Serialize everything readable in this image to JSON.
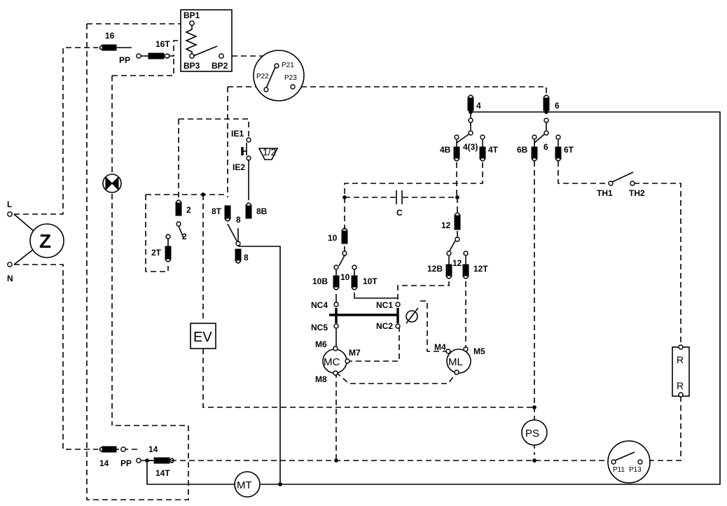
{
  "labels": {
    "bp1": "BP1",
    "bp2": "BP2",
    "bp3": "BP3",
    "n16": "16",
    "n16t": "16T",
    "pp_top": "PP",
    "p21": "P21",
    "p22": "P22",
    "p23": "P23",
    "l": "L",
    "n": "N",
    "z": "Z",
    "ie1": "IE1",
    "ie2": "IE2",
    "half": "1/2",
    "n2a": "2",
    "n2b": "2",
    "n2t": "2T",
    "n8t": "8T",
    "n8a": "8",
    "n8b": "8B",
    "n8c": "8",
    "ev": "EV",
    "n4": "4",
    "n4b": "4B",
    "n43": "4(3)",
    "n4t": "4T",
    "n6": "6",
    "n6b": "6B",
    "n6c": "6",
    "n6t": "6T",
    "th1": "TH1",
    "th2": "TH2",
    "c": "C",
    "n10": "10",
    "n10b": "10B",
    "n10c": "10",
    "n10t": "10T",
    "n12": "12",
    "n12b": "12B",
    "n12c": "12",
    "n12t": "12T",
    "nc1": "NC1",
    "nc2": "NC2",
    "nc4": "NC4",
    "nc5": "NC5",
    "m4": "M4",
    "m5": "M5",
    "m6": "M6",
    "m7": "M7",
    "m8": "M8",
    "mc": "MC",
    "ml": "ML",
    "r1": "R",
    "r2": "R",
    "ps": "PS",
    "n14": "14",
    "n14b": "14",
    "pp_bottom": "PP",
    "n14t": "14T",
    "mt": "MT",
    "p11": "P11",
    "p13": "P13"
  }
}
